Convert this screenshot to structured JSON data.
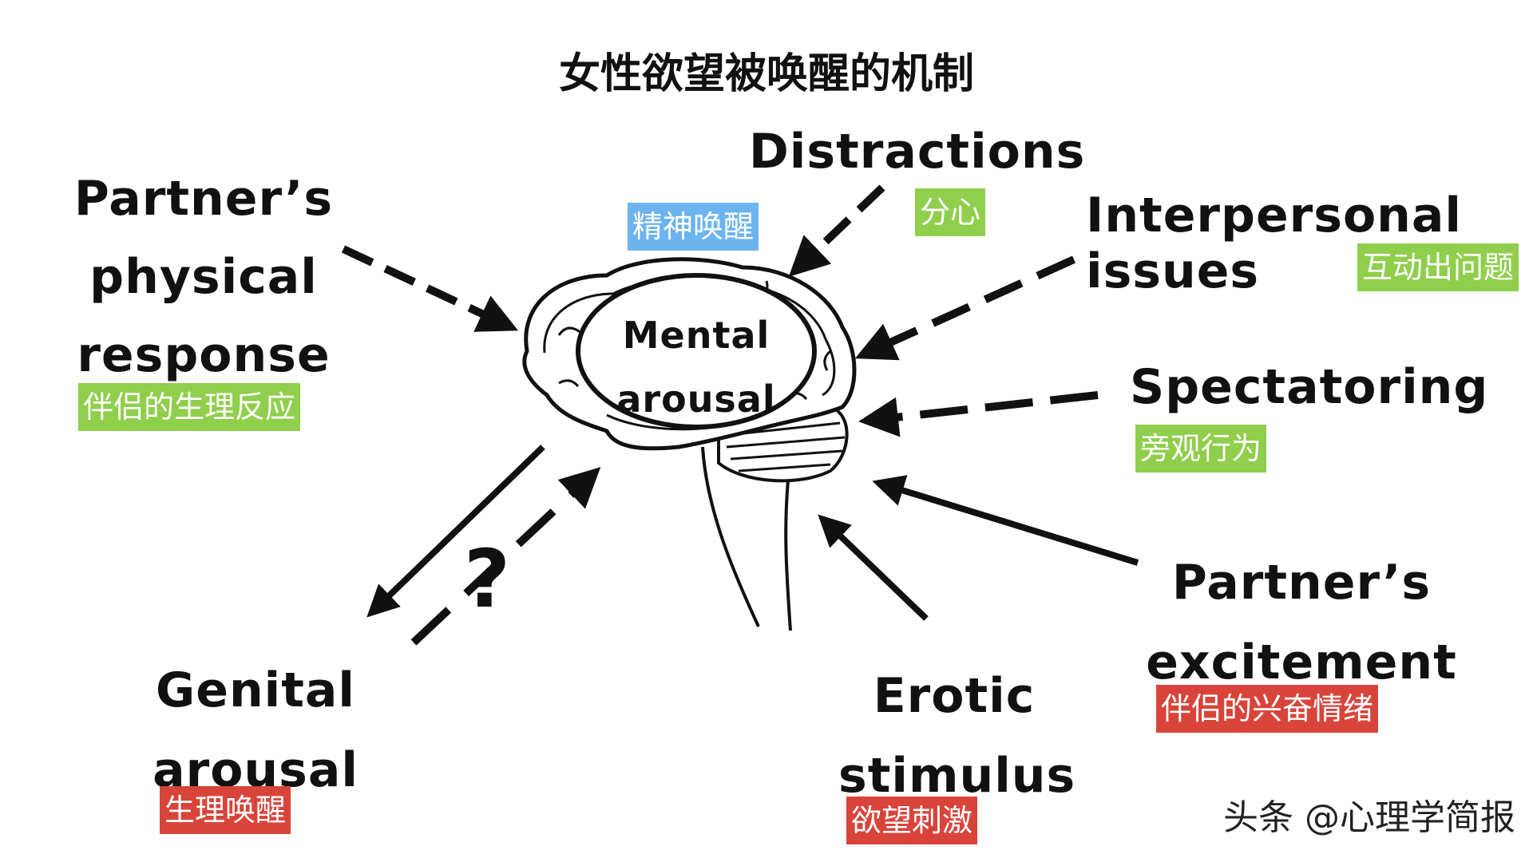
{
  "title": "女性欲望被唤醒的机制",
  "center": {
    "line1": "Mental",
    "line2": "arousal",
    "tag": "精神唤醒"
  },
  "nodes": {
    "partner_physical": {
      "lines": [
        "Partner’s",
        "physical",
        "response"
      ],
      "tag": "伴侣的生理反应",
      "tag_color": "#8fcf4b"
    },
    "distractions": {
      "lines": [
        "Distractions"
      ],
      "tag": "分心",
      "tag_color": "#8fcf4b"
    },
    "interpersonal": {
      "lines": [
        "Interpersonal",
        "issues"
      ],
      "tag": "互动出问题",
      "tag_color": "#8fcf4b"
    },
    "spectatoring": {
      "lines": [
        "Spectatoring"
      ],
      "tag": "旁观行为",
      "tag_color": "#8fcf4b"
    },
    "partner_excitement": {
      "lines": [
        "Partner’s",
        "excitement"
      ],
      "tag": "伴侣的兴奋情绪",
      "tag_color": "#d9443a"
    },
    "erotic": {
      "lines": [
        "Erotic",
        "stimulus"
      ],
      "tag": "欲望刺激",
      "tag_color": "#d9443a"
    },
    "genital": {
      "lines": [
        "Genital",
        "arousal"
      ],
      "tag": "生理唤醒",
      "tag_color": "#d9443a"
    }
  },
  "question_mark": "?",
  "watermark": "头条 @心理学简报",
  "arrow_styles": {
    "partner_physical": "dashed",
    "distractions": "dashed",
    "interpersonal": "dashed",
    "spectatoring": "dashed",
    "partner_excitement": "solid",
    "erotic": "solid",
    "genital_out": "solid",
    "genital_in": "dashed"
  },
  "colors": {
    "green": "#8fcf4b",
    "blue": "#6cb4ef",
    "red": "#d9443a",
    "ink": "#111111"
  }
}
